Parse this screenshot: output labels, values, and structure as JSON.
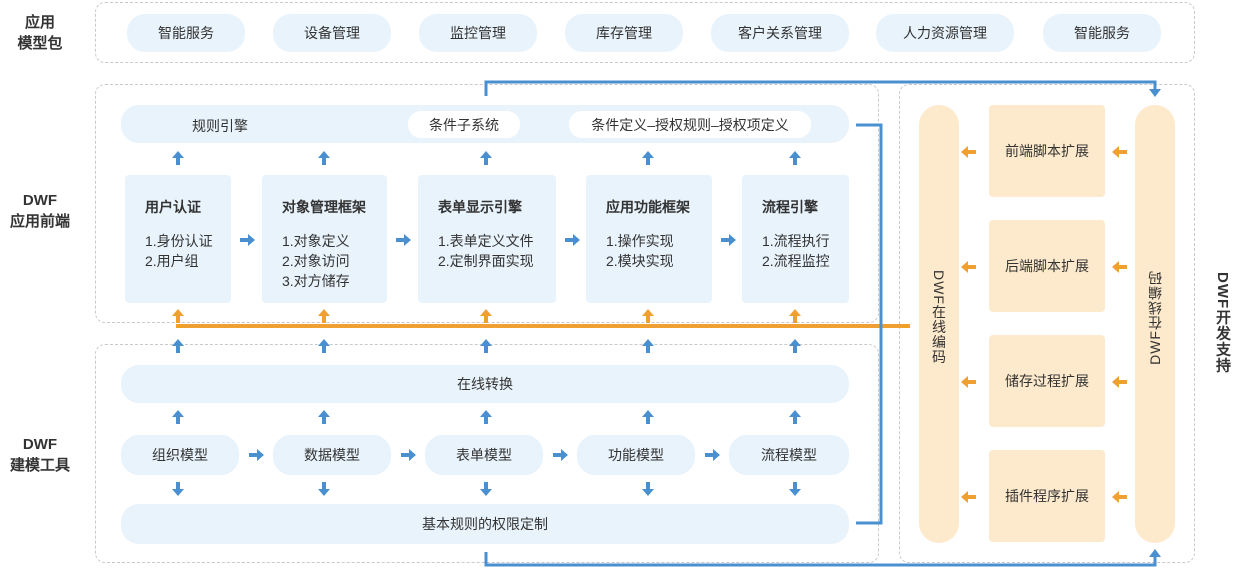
{
  "rows": {
    "model_pack": "应用\n模型包",
    "frontend": "DWF\n应用前端",
    "modeling": "DWF\n建模工具"
  },
  "model_pack_items": [
    "智能服务",
    "设备管理",
    "监控管理",
    "库存管理",
    "客户关系管理",
    "人力资源管理",
    "智能服务"
  ],
  "top_bar": {
    "rule_engine": "规则引擎",
    "condition_subsystem": "条件子系统",
    "condition_chain": "条件定义–授权规则–授权项定义"
  },
  "cards": [
    {
      "title": "用户认证",
      "lines": [
        "1.身份认证",
        "2.用户组"
      ]
    },
    {
      "title": "对象管理框架",
      "lines": [
        "1.对象定义",
        "2.对象访问",
        "3.对方储存"
      ]
    },
    {
      "title": "表单显示引擎",
      "lines": [
        "1.表单定义文件",
        "2.定制界面实现"
      ]
    },
    {
      "title": "应用功能框架",
      "lines": [
        "1.操作实现",
        "2.模块实现"
      ]
    },
    {
      "title": "流程引擎",
      "lines": [
        "1.流程执行",
        "2.流程监控"
      ]
    }
  ],
  "online_convert": "在线转换",
  "models": [
    "组织模型",
    "数据模型",
    "表单模型",
    "功能模型",
    "流程模型"
  ],
  "base_rule": "基本规则的权限定制",
  "dev_support": {
    "title": "DWF开发支持",
    "left_column": "DWF在线编码",
    "right_column": "DWF在线编码",
    "extensions": [
      "前端脚本扩展",
      "后端脚本扩展",
      "储存过程扩展",
      "插件程序扩展"
    ]
  },
  "colors": {
    "blue": "#4a90d0",
    "orange": "#f0a030",
    "light_blue": "#e8f3fc",
    "light_orange": "#fde9cb"
  }
}
